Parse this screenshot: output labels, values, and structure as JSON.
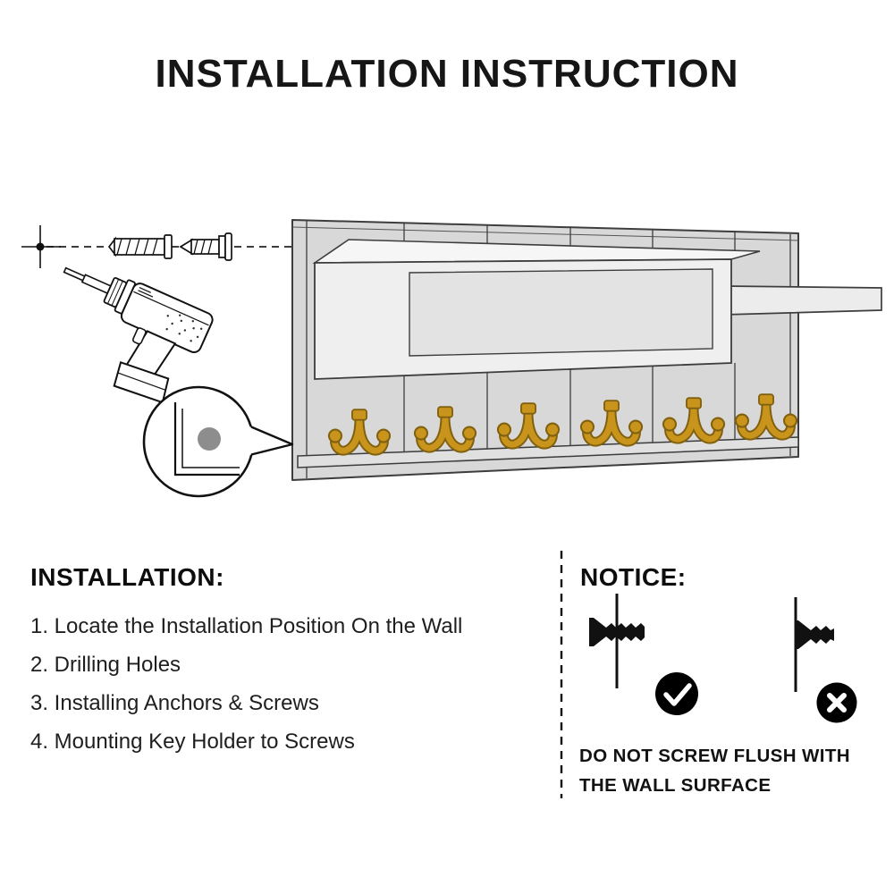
{
  "title": "INSTALLATION INSTRUCTION",
  "installation": {
    "heading": "INSTALLATION:",
    "steps": [
      "1. Locate the Installation Position On the Wall",
      "2. Drilling Holes",
      "3. Installing Anchors & Screws",
      "4. Mounting Key Holder to Screws"
    ]
  },
  "notice": {
    "heading": "NOTICE:",
    "warning_line1": "DO NOT SCREW FLUSH WITH",
    "warning_line2": "THE WALL SURFACE"
  },
  "diagram": {
    "hook_count": 6,
    "colors": {
      "hook_gold": "#C9941C",
      "hook_outline": "#81600F",
      "panel_gray": "#D8D8D8",
      "shelf_light": "#EFEFEF",
      "detail_dot_gray": "#8D8D8D"
    }
  }
}
